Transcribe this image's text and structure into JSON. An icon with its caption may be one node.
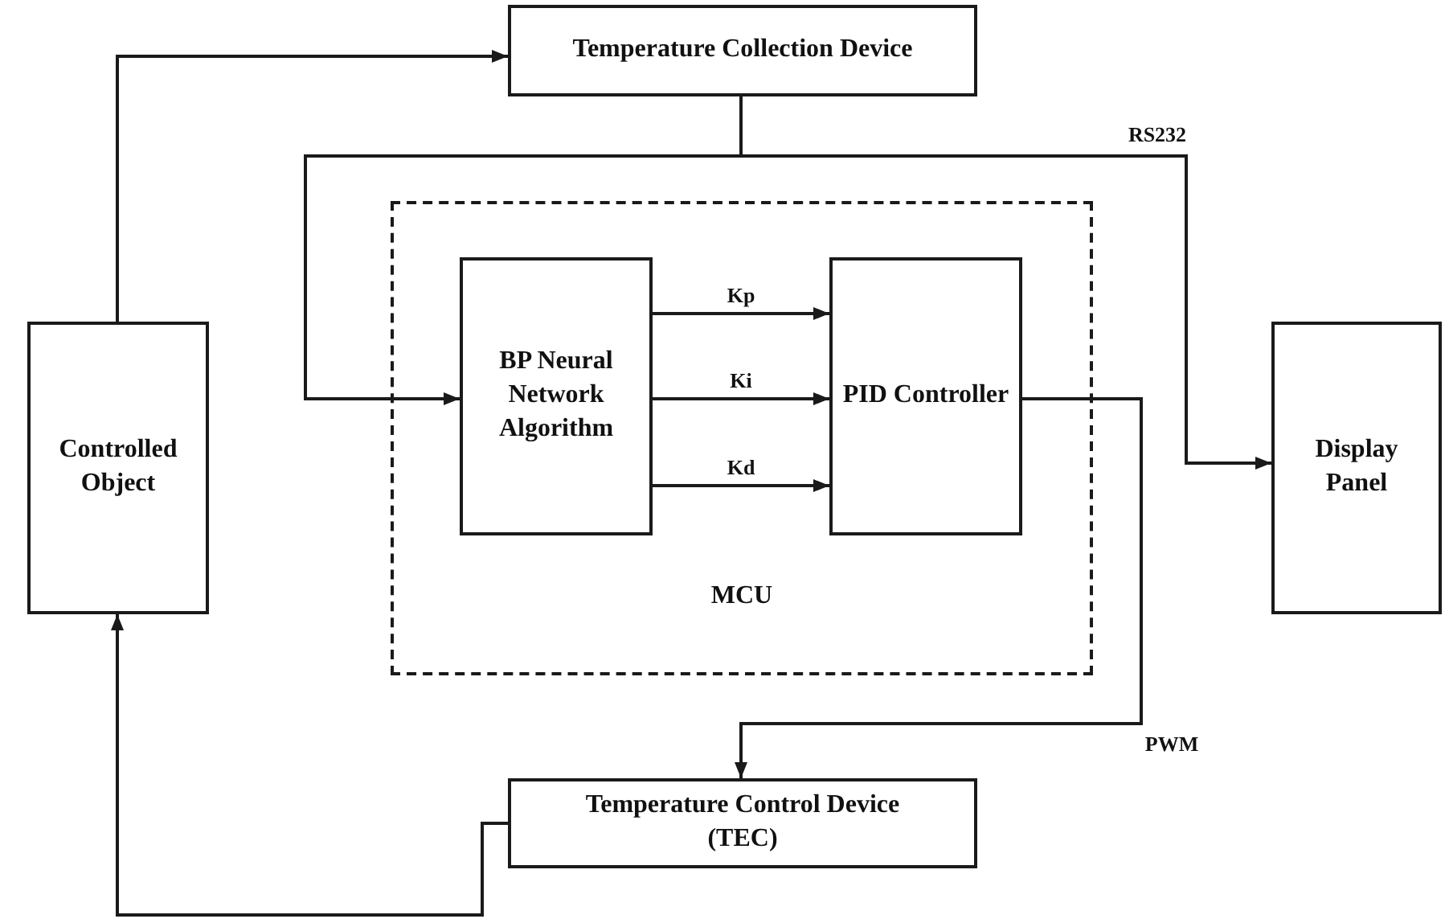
{
  "diagram": {
    "nodes": [
      {
        "text": [
          "Temperature Collection Device"
        ]
      },
      {
        "text": [
          "MCU"
        ]
      },
      {
        "text": [
          "BP Neural Network Algorithm"
        ],
        "in": 1
      },
      {
        "text": [
          "PID Controller"
        ],
        "in": 1
      },
      {
        "text": [
          "Controlled Object"
        ]
      },
      {
        "text": [
          "Display Panel"
        ]
      },
      {
        "text": [
          "Temperature Control Device",
          "(TEC)"
        ]
      }
    ],
    "edges": [
      {
        "from": 4,
        "to": 0,
        "arrow": "to"
      },
      {
        "from": 0,
        "to": 2,
        "arrow": "to"
      },
      {
        "from": 0,
        "to": 5,
        "arrow": "to",
        "label": "RS232"
      },
      {
        "from": 2,
        "to": 3,
        "arrow": "to",
        "label": "Kp"
      },
      {
        "from": 2,
        "to": 3,
        "arrow": "to",
        "label": "Ki"
      },
      {
        "from": 2,
        "to": 3,
        "arrow": "to",
        "label": "Kd"
      },
      {
        "from": 3,
        "to": 6,
        "arrow": "to",
        "label": "PWM"
      },
      {
        "from": 6,
        "to": 4,
        "arrow": "to"
      }
    ]
  }
}
